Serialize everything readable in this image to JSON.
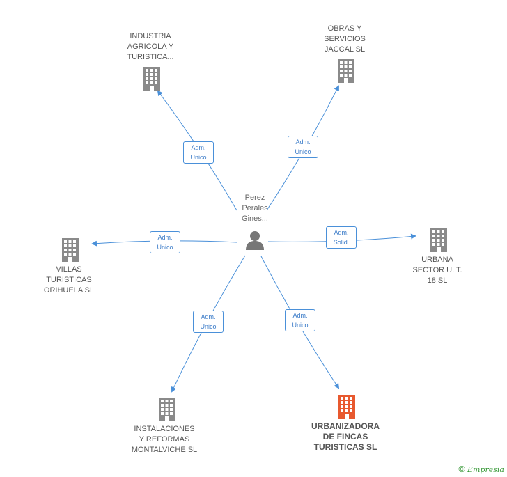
{
  "person": {
    "name": "Perez\nPerales\nGines..."
  },
  "companies": [
    {
      "key": "industria",
      "name": "INDUSTRIA\nAGRICOLA Y\nTURISTICA...",
      "highlight": false
    },
    {
      "key": "obras",
      "name": "OBRAS Y\nSERVICIOS\nJACCAL SL",
      "highlight": false
    },
    {
      "key": "villas",
      "name": "VILLAS\nTURISTICAS\nORIHUELA SL",
      "highlight": false
    },
    {
      "key": "urbana",
      "name": "URBANA\nSECTOR U. T.\n18  SL",
      "highlight": false
    },
    {
      "key": "instalaciones",
      "name": "INSTALACIONES\nY REFORMAS\nMONTALVICHE SL",
      "highlight": false
    },
    {
      "key": "urbanizadora",
      "name": "URBANIZADORA\nDE FINCAS\nTURISTICAS SL",
      "highlight": true
    }
  ],
  "edges": [
    {
      "to": "industria",
      "label": "Adm.\nUnico"
    },
    {
      "to": "obras",
      "label": "Adm.\nUnico"
    },
    {
      "to": "villas",
      "label": "Adm.\nUnico"
    },
    {
      "to": "urbana",
      "label": "Adm.\nSolid."
    },
    {
      "to": "instalaciones",
      "label": "Adm.\nUnico"
    },
    {
      "to": "urbanizadora",
      "label": "Adm.\nUnico"
    }
  ],
  "colors": {
    "edge": "#4a90d9",
    "building": "#8a8a8a",
    "building_highlight": "#e8592f",
    "person": "#777777"
  },
  "footer": {
    "copyright": "©",
    "brand": "Empresia"
  }
}
